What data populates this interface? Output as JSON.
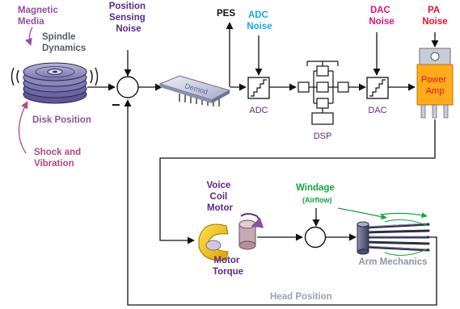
{
  "colors": {
    "accent_purple": "#5b2a86",
    "media_violet": "#8f4fa0",
    "shock_pink": "#b8477f",
    "adc_blue": "#1aa7e0",
    "dac_pink": "#e0157a",
    "pa_red": "#e8102a",
    "windage_green": "#15a33a",
    "arm_gray": "#8e93aa",
    "head_gray": "#9aa0b5",
    "line": "#111111",
    "power_amp_fill": "#ffab1a"
  },
  "labels": {
    "magnetic_media": [
      "Magnetic",
      "Media"
    ],
    "spindle_dynamics": [
      "Spindle",
      "Dynamics"
    ],
    "disk_position": "Disk Position",
    "shock_vibration": [
      "Shock and",
      "Vibration"
    ],
    "position_sensing_noise": [
      "Position",
      "Sensing",
      "Noise"
    ],
    "pes": "PES",
    "adc_noise": [
      "ADC",
      "Noise"
    ],
    "adc": "ADC",
    "dsp": "DSP",
    "dac_noise": [
      "DAC",
      "Noise"
    ],
    "dac": "DAC",
    "pa_noise": [
      "PA",
      "Noise"
    ],
    "power_amp": [
      "Power",
      "Amp"
    ],
    "demod": "Demod",
    "minus_sign": "−",
    "voice_coil_motor": [
      "Voice",
      "Coil",
      "Motor"
    ],
    "motor_torque": [
      "Motor",
      "Torque"
    ],
    "windage": "Windage",
    "airflow": "(Airflow)",
    "arm_mechanics": "Arm Mechanics",
    "head_position": "Head Position"
  },
  "icons": [
    "disk-stack-icon",
    "demod-chip-icon",
    "adc-staircase-icon",
    "dsp-block-icon",
    "dac-staircase-icon",
    "power-amp-icon",
    "voice-coil-motor-icon",
    "arm-stack-icon",
    "summing-junction-icon"
  ]
}
